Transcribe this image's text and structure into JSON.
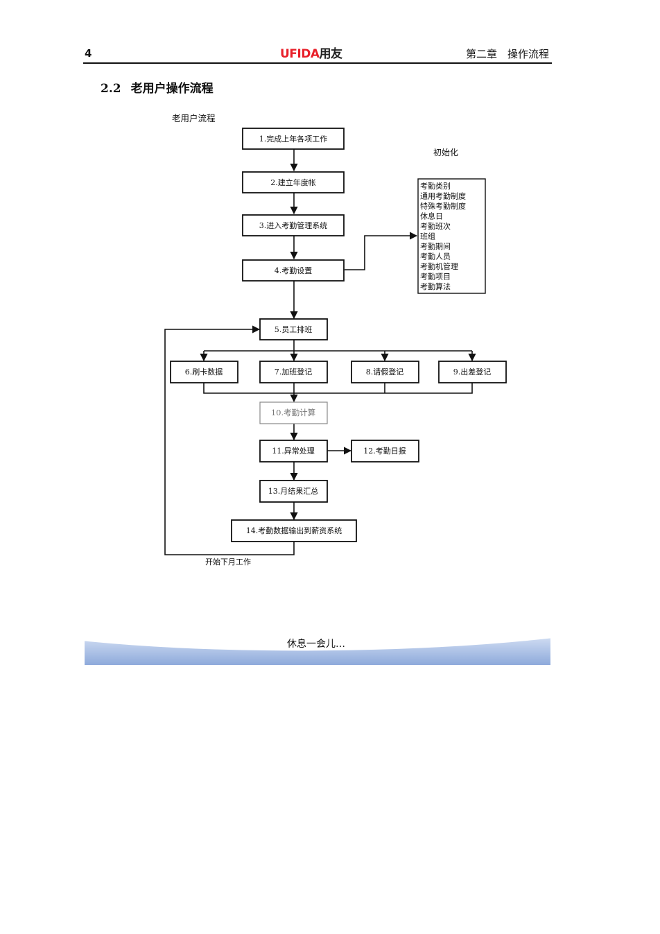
{
  "header": {
    "page_number": "4",
    "logo_brand": "UFIDA",
    "logo_cn": "用友",
    "chapter": "第二章　操作流程"
  },
  "section": {
    "number": "2.2",
    "title": "老用户操作流程"
  },
  "flowchart": {
    "title": "老用户流程",
    "init_label": "初始化",
    "steps": {
      "s1": "1.完成上年各项工作",
      "s2": "2.建立年度帐",
      "s3": "3.进入考勤管理系统",
      "s4": "4.考勤设置",
      "s5": "5.员工排班",
      "s6": "6.刷卡数据",
      "s7": "7.加班登记",
      "s8": "8.请假登记",
      "s9": "9.出差登记",
      "s10": "10.考勤计算",
      "s11": "11.异常处理",
      "s12": "12.考勤日报",
      "s13": "13.月结果汇总",
      "s14": "14.考勤数据输出到薪资系统"
    },
    "init_items": [
      "考勤类别",
      "通用考勤制度",
      "特殊考勤制度",
      "休息日",
      "考勤班次",
      "班组",
      "考勤期间",
      "考勤人员",
      "考勤机管理",
      "考勤项目",
      "考勤算法"
    ],
    "loop_label": "开始下月工作"
  },
  "footer": {
    "text": "休息一会儿…"
  }
}
